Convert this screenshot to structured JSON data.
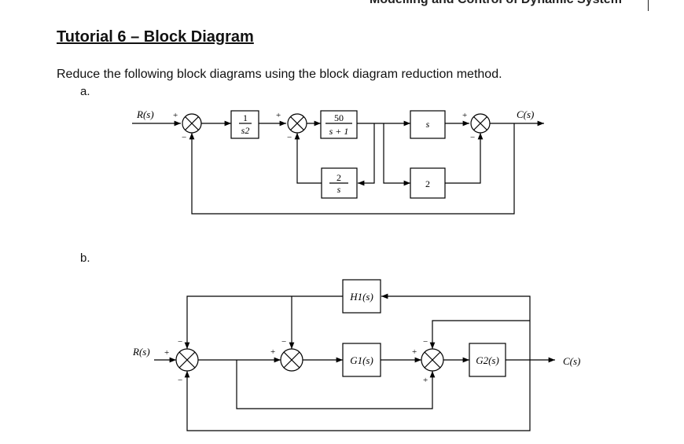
{
  "header": {
    "course": "Modelling and Control of Dynamic System"
  },
  "title": "Tutorial 6 – Block Diagram",
  "instruction": "Reduce the following block diagrams using the block diagram reduction method.",
  "parts": [
    {
      "label": "a.",
      "input": "R(s)",
      "output": "C(s)",
      "blocks": {
        "b1_num": "1",
        "b1_den": "s2",
        "b2_num": "50",
        "b2_den": "s + 1",
        "b3": "s",
        "b4_num": "2",
        "b4_den": "s",
        "b5": "2"
      },
      "signs": {
        "plus": "+",
        "minus": "−"
      }
    },
    {
      "label": "b.",
      "input": "R(s)",
      "output": "C(s)",
      "blocks": {
        "h1": "H1(s)",
        "g1": "G1(s)",
        "g2": "G2(s)"
      },
      "signs": {
        "plus": "+",
        "minus": "−"
      }
    }
  ]
}
